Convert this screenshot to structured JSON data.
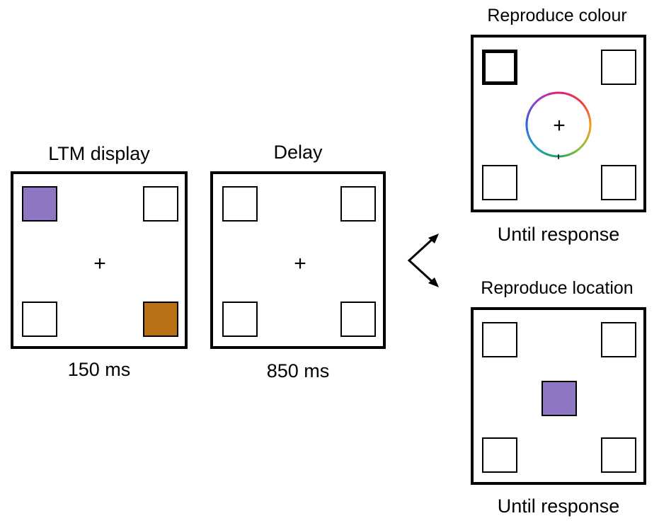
{
  "panels": {
    "ltm": {
      "title": "LTM display",
      "duration": "150 ms",
      "fixation": "+",
      "colors": {
        "top_left": "#8e76c4",
        "bottom_right": "#b87116"
      }
    },
    "delay": {
      "title": "Delay",
      "duration": "850 ms",
      "fixation": "+"
    },
    "colour": {
      "title": "Reproduce colour",
      "duration": "Until response",
      "fixation": "+",
      "selected_square": "top-left",
      "wheel_colors": [
        "#e0207a",
        "#f03c3c",
        "#f0a020",
        "#90c030",
        "#20a060",
        "#20a0c0",
        "#3060e0",
        "#9040d0",
        "#e0207a"
      ]
    },
    "location": {
      "title": "Reproduce location",
      "duration": "Until response",
      "probe_color": "#8e76c4"
    }
  },
  "arrows": {
    "icon": "branch-arrows-icon"
  }
}
